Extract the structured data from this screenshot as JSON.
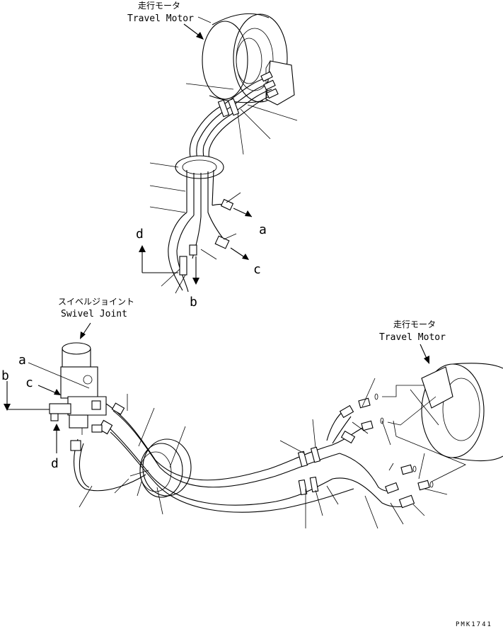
{
  "labels": {
    "travel_motor_top_jp": "走行モータ",
    "travel_motor_top_en": "Travel Motor",
    "swivel_jp": "スイベルジョイント",
    "swivel_en": "Swivel Joint",
    "travel_motor_right_jp": "走行モータ",
    "travel_motor_right_en": "Travel Motor",
    "upper_a": "a",
    "upper_b": "b",
    "upper_c": "c",
    "upper_d": "d",
    "lower_a": "a",
    "lower_b": "b",
    "lower_c": "c",
    "lower_d": "d",
    "drawing_code": "PMK1741"
  }
}
